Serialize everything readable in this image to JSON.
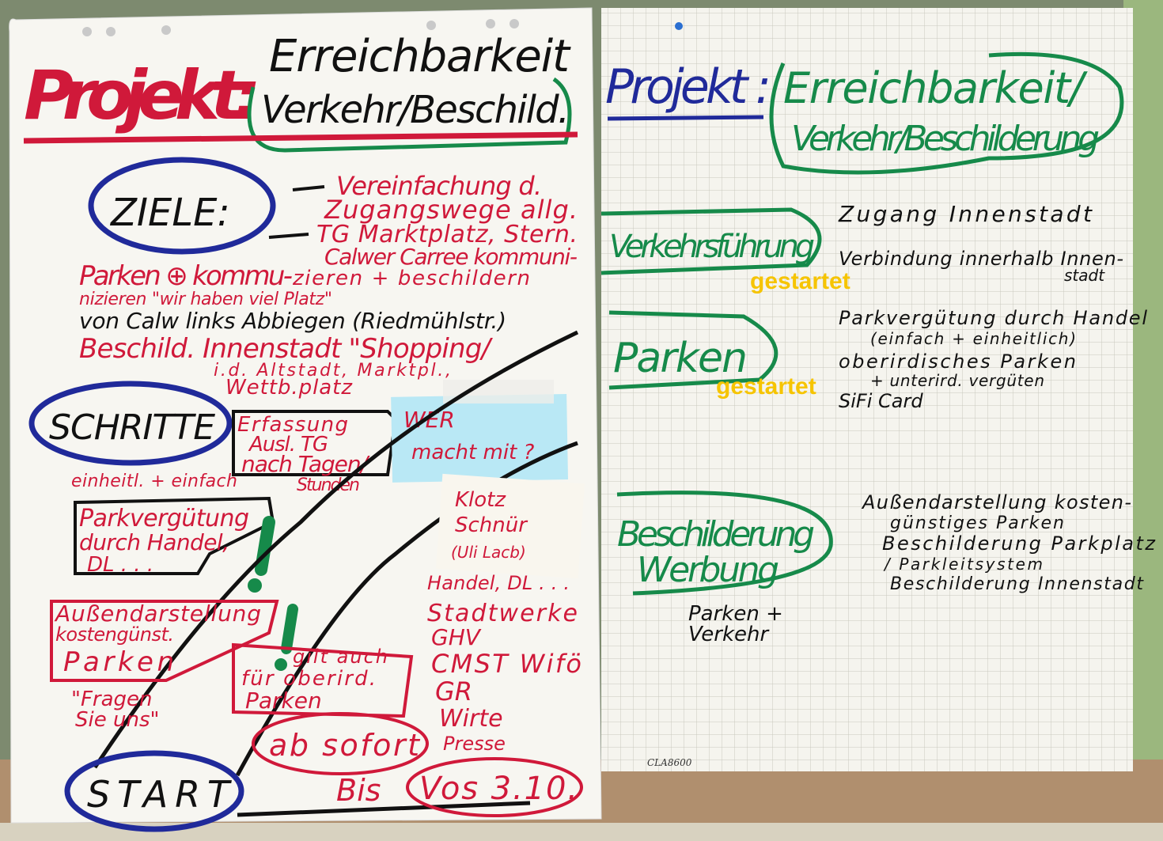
{
  "left_chart": {
    "title_word": "Projekt:",
    "title_lines": [
      "Erreichbarkeit",
      "Verkehr/Beschild."
    ],
    "ziele_label": "ZIELE:",
    "ziele_items": [
      "Vereinfachung d.",
      "Zugangswege allg.",
      "TG Marktplatz, Stern.",
      "Calwer Carree kommuni-",
      "zieren + beschildern"
    ],
    "left_notes": [
      "Parken ⊕ kommu-",
      "nizieren \"wir haben viel Platz\"",
      "von Calw links Abbiegen (Riedmühlstr.)",
      "Beschild. Innenstadt \"Shopping/",
      "i.d. Altstadt, Marktpl.,",
      "Wettb.platz"
    ],
    "schritte_label": "SCHRITTE",
    "erfassung_box": [
      "Erfassung",
      "Ausl. TG",
      "nach Tagen/",
      "Stunden"
    ],
    "wer_note": [
      "WER",
      "macht mit ?"
    ],
    "einheitl_note": "einheitl. + einfach",
    "parkverguetung_box": [
      "Parkvergütung",
      "durch Handel,",
      "DL . . ."
    ],
    "aussendarstellung_box": [
      "Außendarstellung",
      "kostengünst.",
      "Parken"
    ],
    "fragen_note": [
      "\"Fragen",
      "Sie uns\""
    ],
    "gilt_box": [
      "gilt auch",
      "für oberird.",
      "Parken"
    ],
    "klotz_note": [
      "Klotz",
      "Schnür",
      "(Uli Lacb)"
    ],
    "wer_list": [
      "Handel, DL . . .",
      "Stadtwerke",
      "GHV",
      "CMST Wifö",
      "GR",
      "Wirte",
      "Presse"
    ],
    "ab_sofort": "ab sofort",
    "bis": "Bis",
    "vos": "Vos 3.10.",
    "start_label": "START"
  },
  "right_chart": {
    "title_word": "Projekt :",
    "title_lines": [
      "Erreichbarkeit/",
      "Verkehr/Beschilderung"
    ],
    "sections": [
      {
        "label": "Verkehrsführung",
        "items": [
          "Zugang Innenstadt",
          "Verbindung innerhalb Innen-",
          "stadt"
        ],
        "status": "gestartet"
      },
      {
        "label": "Parken",
        "items": [
          "Parkvergütung durch Handel",
          "(einfach + einheitlich)",
          "oberirdisches Parken",
          "+ unterird. vergüten",
          "SiFi Card"
        ],
        "status": "gestartet"
      },
      {
        "label_lines": [
          "Beschilderung",
          "Werbung"
        ],
        "items": [
          "Außendarstellung kosten-",
          "günstiges Parken",
          "Beschilderung Parkplatz",
          "/ Parkleitsystem",
          "Beschilderung Innenstadt"
        ],
        "sub_items": [
          "Parken +",
          "Verkehr"
        ]
      }
    ],
    "footer_mark": "CLA8600"
  },
  "colors": {
    "red_marker": "#d0193a",
    "green_marker": "#168a4a",
    "blue_marker": "#202a9a",
    "black_marker": "#111111",
    "overlay_yellow": "#f6c400",
    "sticky_blue": "#b9e8f5"
  }
}
